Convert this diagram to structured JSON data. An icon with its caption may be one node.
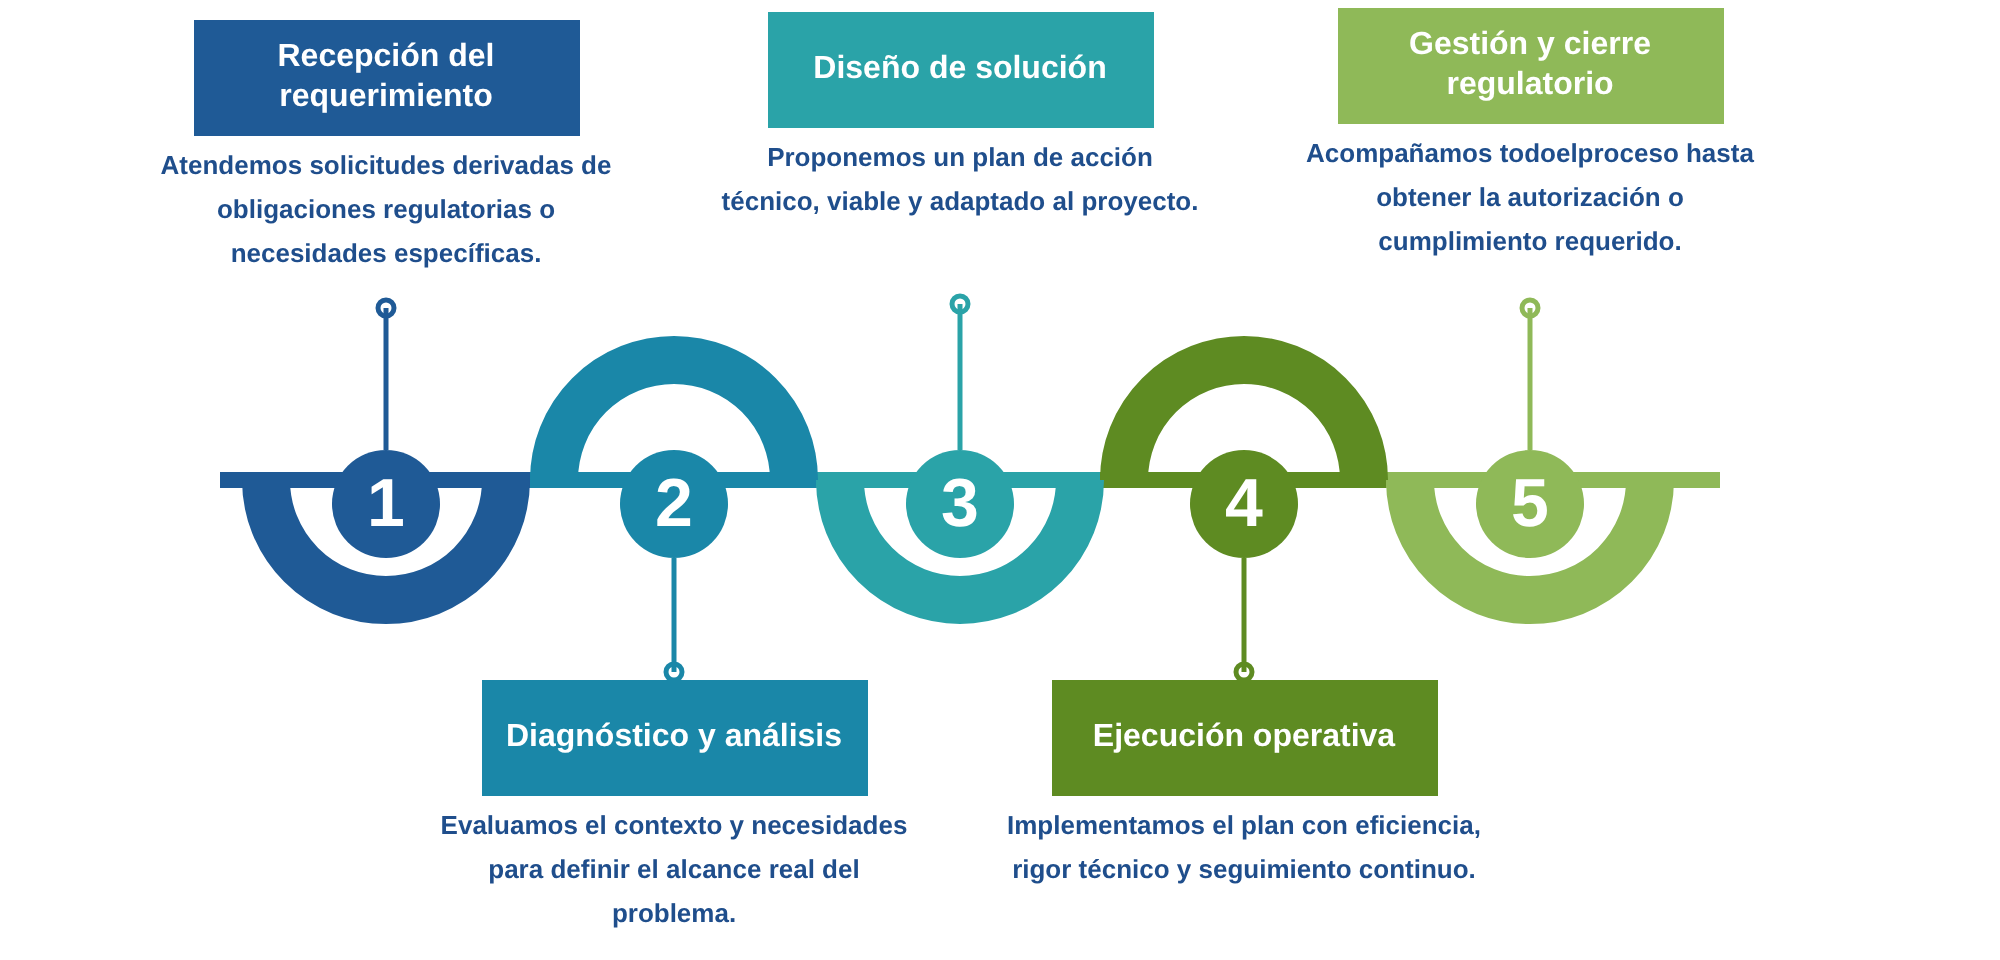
{
  "diagram": {
    "nodes": [
      {
        "text": [
          "Recepción del requerimiento"
        ],
        "beside": [
          "Atendemos solicitudes derivadas de obligaciones regulatorias o necesidades específicas."
        ]
      },
      {
        "text": [
          "Diagnóstico y análisis"
        ],
        "beside": [
          "Evaluamos el contexto y necesidades para definir el alcance real del problema."
        ]
      },
      {
        "text": [
          "Diseño de solución"
        ],
        "beside": [
          "Proponemos un plan de acción técnico, viable y adaptado al proyecto."
        ]
      },
      {
        "text": [
          "Ejecución operativa"
        ],
        "beside": [
          "Implementamos el plan con eficiencia, rigor técnico y seguimiento continuo."
        ]
      },
      {
        "text": [
          "Gestión y cierre regulatorio"
        ],
        "beside": [
          "Acompañamos todoelproceso hasta obtener la autorización o cumplimiento requerido."
        ]
      },
      {
        "text": [
          "1"
        ]
      },
      {
        "text": [
          "2"
        ]
      },
      {
        "text": [
          "3"
        ]
      },
      {
        "text": [
          "4"
        ]
      },
      {
        "text": [
          "5"
        ]
      }
    ],
    "edges": [
      {
        "from": 5,
        "to": 0,
        "arrow": "other",
        "color": "#1f5a96"
      },
      {
        "from": 6,
        "to": 1,
        "arrow": "other",
        "color": "#1a87a8"
      },
      {
        "from": 7,
        "to": 2,
        "arrow": "other",
        "color": "#2aa3a8"
      },
      {
        "from": 8,
        "to": 3,
        "arrow": "other",
        "color": "#5e8b22"
      },
      {
        "from": 9,
        "to": 4,
        "arrow": "other",
        "color": "#8fb958"
      }
    ]
  }
}
